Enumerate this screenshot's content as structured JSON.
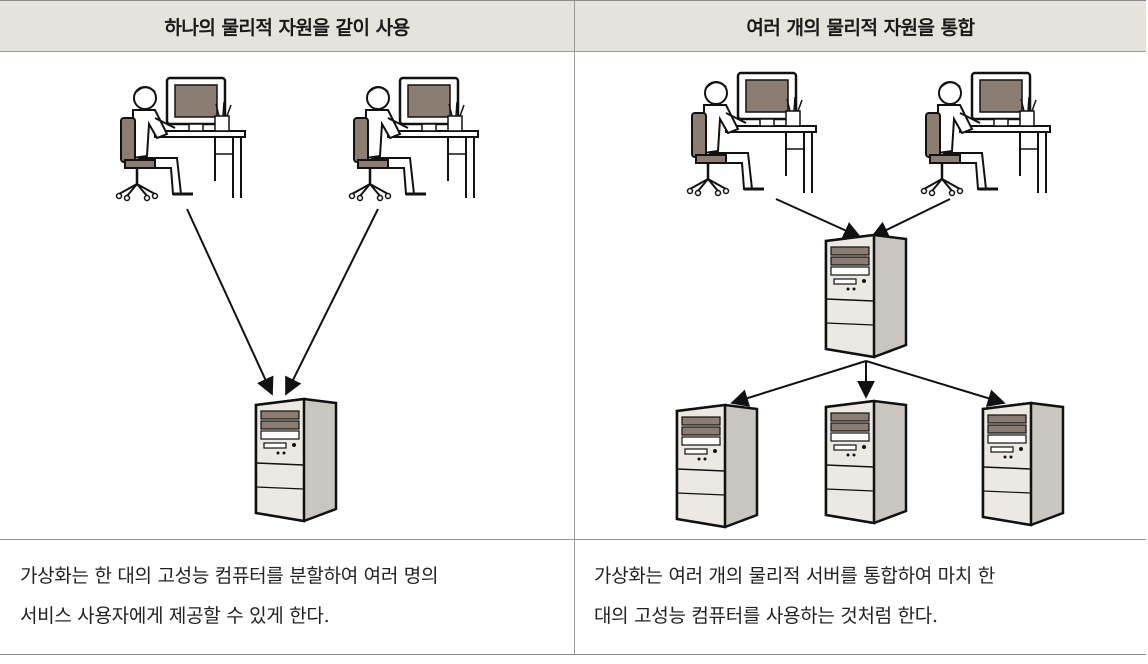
{
  "left": {
    "title": "하나의 물리적 자원을 같이 사용",
    "caption_line1": "가상화는 한 대의 고성능 컴퓨터를 분할하여 여러 명의",
    "caption_line2": "서비스 사용자에게 제공할 수 있게 한다."
  },
  "right": {
    "title": "여러 개의 물리적 자원을 통합",
    "caption_line1": "가상화는 여러 개의 물리적 서버를 통합하여 마치 한",
    "caption_line2": "대의 고성능 컴퓨터를 사용하는 것처럼 한다."
  },
  "colors": {
    "header_bg": "#e6e2dc",
    "screen": "#8c7d72",
    "server_front": "#ece9e2",
    "server_side": "#c9c6bf"
  }
}
